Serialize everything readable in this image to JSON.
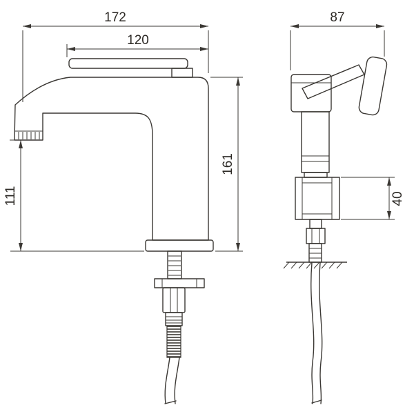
{
  "drawing": {
    "subject": "basin-faucet-two-view-technical-drawing",
    "line_color": "#3a3733",
    "background": "#ffffff",
    "front_view": {
      "dim_overall_width": "172",
      "dim_spout_top_width": "120",
      "dim_body_height": "161",
      "dim_spout_height": "111"
    },
    "side_view": {
      "dim_depth": "87",
      "dim_base_height": "40"
    }
  }
}
